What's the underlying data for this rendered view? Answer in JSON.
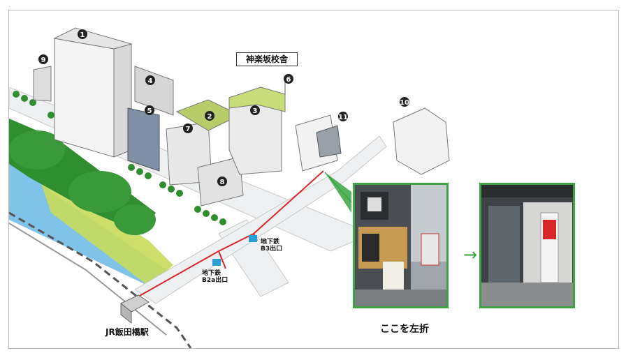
{
  "campus_label": "神楽坂校舎",
  "building_numbers": [
    "1",
    "2",
    "3",
    "4",
    "5",
    "6",
    "7",
    "8",
    "9",
    "10",
    "11"
  ],
  "exits": [
    {
      "line1": "地下鉄",
      "line2": "B3出口"
    },
    {
      "line1": "地下鉄",
      "line2": "B2a出口"
    }
  ],
  "subway_icon": "subway-icon",
  "station_label": "JR飯田橋駅",
  "photo_caption": "ここを左折",
  "arrow_glyph": "→",
  "colors": {
    "accent_green": "#3aa541",
    "route_red": "#d8262b",
    "river": "#7fc3e8",
    "park_green": "#2f8f2f",
    "lawn": "#c8dc5a"
  }
}
